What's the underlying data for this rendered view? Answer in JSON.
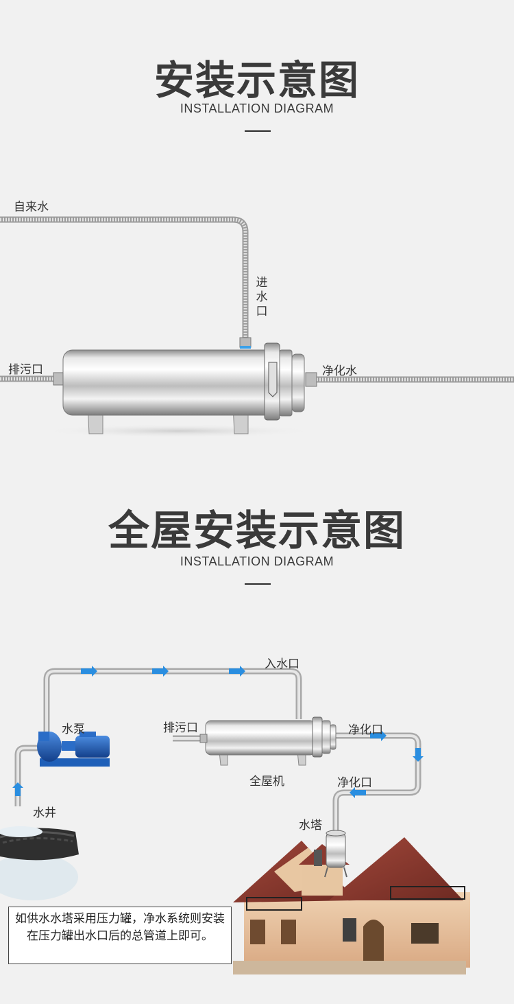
{
  "section1": {
    "title": "安装示意图",
    "subtitle": "INSTALLATION DIAGRAM",
    "labels": {
      "tap_water": "自来水",
      "inlet": "进水口",
      "drain": "排污口",
      "purified": "净化水"
    }
  },
  "section2": {
    "title": "全屋安装示意图",
    "subtitle": "INSTALLATION DIAGRAM",
    "labels": {
      "inlet": "入水口",
      "pump": "水泵",
      "drain": "排污口",
      "outlet": "净化口",
      "machine": "全屋机",
      "outlet2": "净化口",
      "tower": "水塔",
      "well": "水井"
    },
    "note": "如供水水塔采用压力罐，净水系统则安装在压力罐出水口后的总管道上即可。"
  },
  "colors": {
    "flow_arrow": "#2a8ee0",
    "pipe": "#c9c9c9",
    "steel": "#d8d8d8",
    "pump_blue": "#1e5fb8"
  }
}
